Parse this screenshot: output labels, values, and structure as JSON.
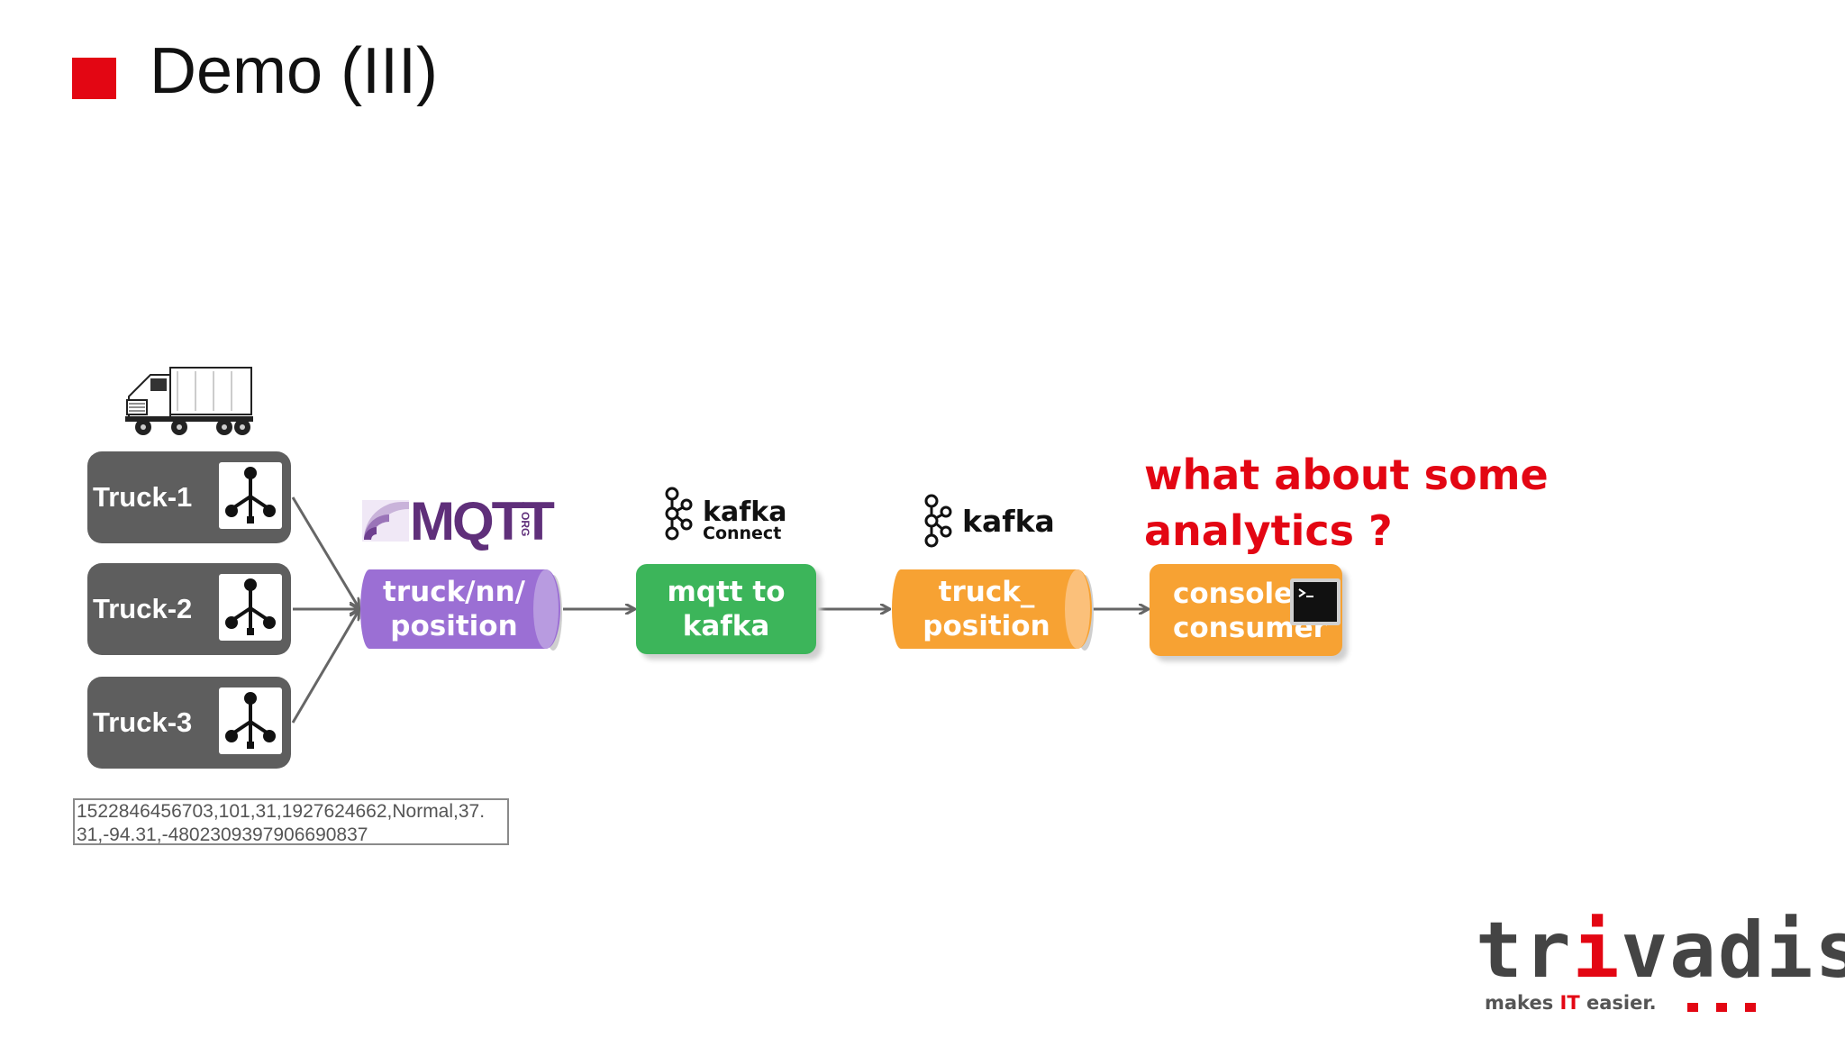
{
  "slide": {
    "title": "Demo (III)",
    "accent_color": "#e30613"
  },
  "trucks": [
    {
      "label": "Truck-1"
    },
    {
      "label": "Truck-2"
    },
    {
      "label": "Truck-3"
    }
  ],
  "record": {
    "text": "1522846456703,101,31,1927624662,Normal,37.\n31,-94.31,-4802309397906690837"
  },
  "logos": {
    "mqtt": "MQTT",
    "mqtt_suffix": "ORG",
    "kafka_connect_top": "kafka",
    "kafka_connect_bottom": "Connect",
    "kafka": "kafka"
  },
  "components": {
    "mqtt_topic": {
      "label": "truck/nn/\nposition",
      "color": "#9b6fd4"
    },
    "connector": {
      "label": "mqtt to\nkafka",
      "color": "#3cb55a"
    },
    "kafka_topic": {
      "label": "truck_\nposition",
      "color": "#f7a233"
    },
    "consumer": {
      "label": "console\nconsumer",
      "color": "#f7a233"
    }
  },
  "annotation": {
    "text": "what about some\nanalytics ?"
  },
  "brand": {
    "name_dark": "tr",
    "i_red": "i",
    "name_rest": "vadis",
    "tagline_prefix": "makes ",
    "tagline_accent": "IT",
    "tagline_suffix": " easier."
  }
}
